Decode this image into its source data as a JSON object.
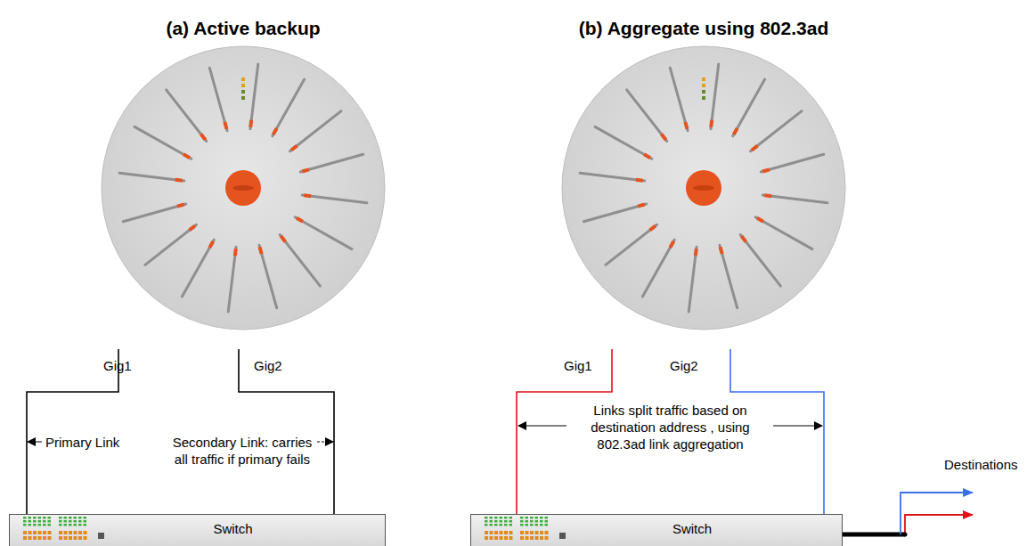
{
  "diagram": {
    "nodes": [
      {
        "text": [
          "Switch"
        ]
      },
      {
        "text": [
          "Switch"
        ]
      }
    ],
    "labels": [
      "(a) Active backup",
      "(b) Aggregate using 802.3ad",
      "Gig1",
      "Gig2",
      "Primary Link",
      "Secondary Link: carries all traffic if primary fails",
      "Gig1",
      "Gig2",
      "Links split traffic based on destination address , using 802.3ad link aggregation",
      "Destinations"
    ]
  }
}
